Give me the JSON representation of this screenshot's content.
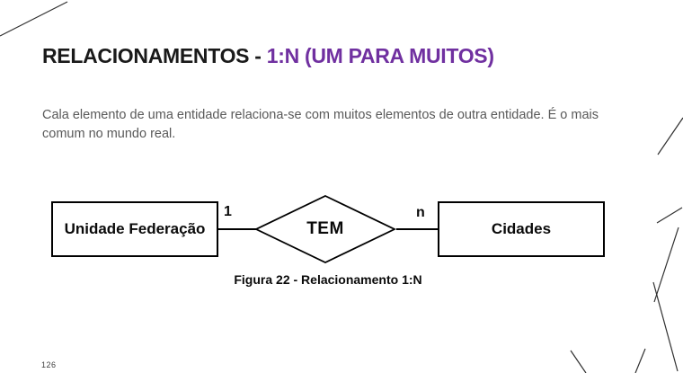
{
  "slide": {
    "title": {
      "prefix": "RELACIONAMENTOS - ",
      "highlight": "1:N (UM PARA MUITOS)"
    },
    "body_text": "Cala elemento de uma entidade relaciona-se com muitos elementos de outra entidade. É o mais comum no mundo real.",
    "page_number": "126"
  },
  "diagram": {
    "type": "entity-relationship",
    "entities": [
      {
        "name": "Unidade Federação"
      },
      {
        "name": "Cidades"
      }
    ],
    "relationship": {
      "name": "TEM",
      "cardinality_left": "1",
      "cardinality_right": "n"
    },
    "caption": "Figura 22 - Relacionamento 1:N"
  },
  "colors": {
    "accent_purple": "#7030a0",
    "title_text": "#1a1a1a",
    "body_gray": "#595959",
    "diagram_stroke": "#000000",
    "decorative_line": "#303030",
    "background": "#ffffff"
  }
}
